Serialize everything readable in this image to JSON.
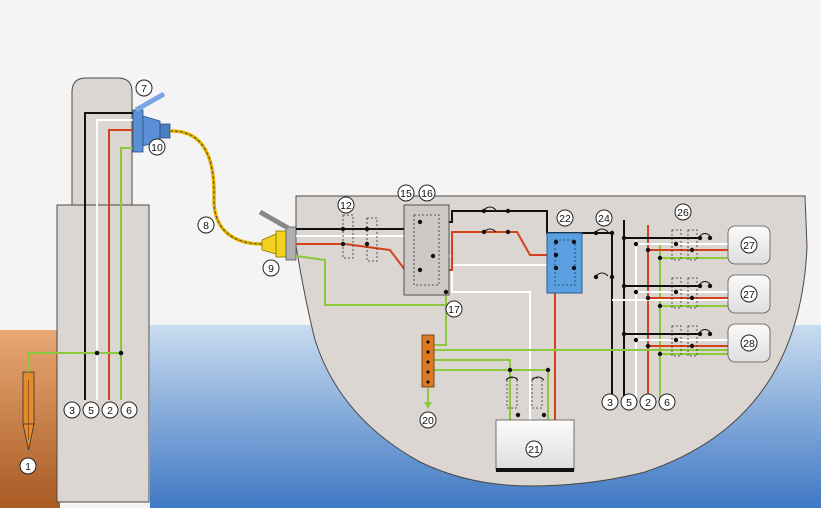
{
  "colors": {
    "sky": "#f4f4f4",
    "water_top": "#c9dcef",
    "water_bottom": "#3f78c4",
    "ground_top": "#e9a874",
    "ground_bottom": "#a85a22",
    "structure": "#dcd6d2",
    "structure_edge": "#4a4a4a",
    "wire_black": "#111111",
    "wire_white": "#ffffff",
    "wire_red": "#d3421b",
    "wire_green": "#8cc83c",
    "wire_yellow": "#e6b400",
    "plug_blue": "#5b8fd6",
    "plug_yellow": "#f2d21e",
    "busbar_blue": "#5aa0e0",
    "ground_rod": "#e68a2e",
    "earth_bar": "#e07a22"
  },
  "labels": {
    "n1": "1",
    "n3": "3",
    "n5": "5",
    "n2": "2",
    "n6": "6",
    "n7": "7",
    "n10": "10",
    "n8": "8",
    "n9": "9",
    "n12": "12",
    "n15": "15",
    "n16": "16",
    "n17": "17",
    "n20": "20",
    "n21": "21",
    "n22": "22",
    "n24": "24",
    "n26": "26",
    "n27a": "27",
    "n27b": "27",
    "n28": "28",
    "n3b": "3",
    "n5b": "5",
    "n2b": "2",
    "n6b": "6"
  },
  "icons": {
    "ground_rod": "ground-rod-icon",
    "shore_plug": "plug-icon",
    "boat_inlet": "plug-icon",
    "earth_bus": "earth-bar-icon"
  }
}
